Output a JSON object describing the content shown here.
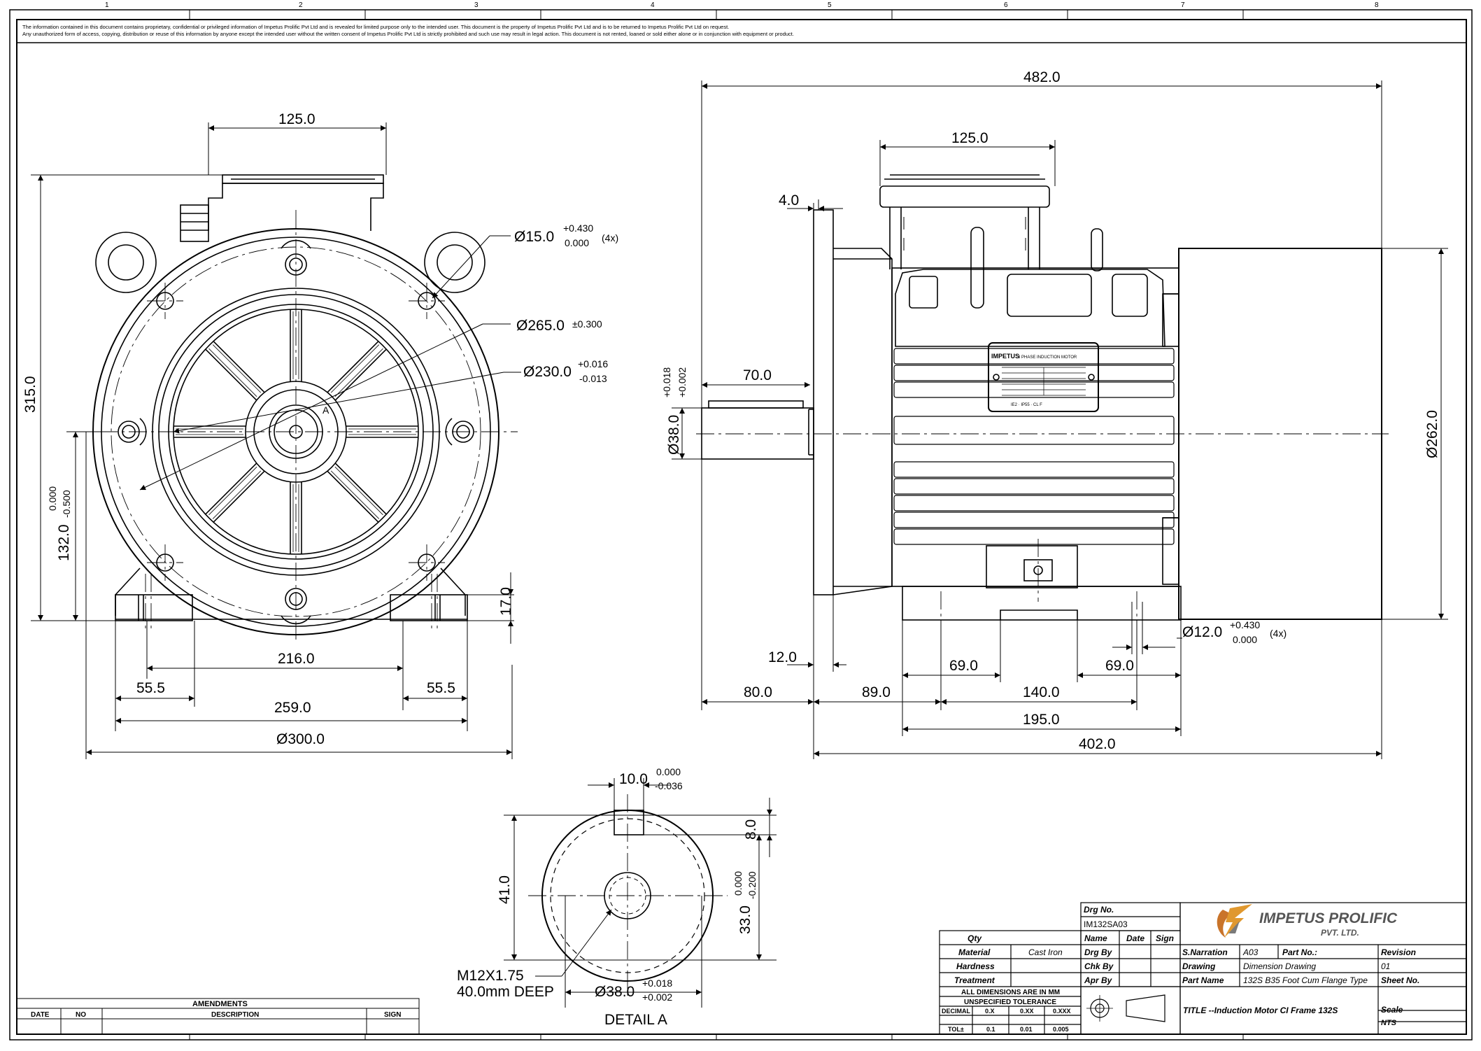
{
  "zones": [
    "1",
    "2",
    "3",
    "4",
    "5",
    "6",
    "7",
    "8"
  ],
  "disclaimer": [
    "The information contained in this document contains proprietary, confidential or privileged information of Impetus Prolific Pvt Ltd and is revealed for limited purpose only to the intended user.  This document is the property of Impetus Prolific Pvt Ltd and is to be returned to Impetus Prolific Pvt Ltd on request.",
    "Any unauthorized form of access, copying, distribution or reuse of this information by anyone except the intended user without the written consent of Impetus Prolific Pvt Ltd  is strictly prohibited and such use may result in legal action. This document is not rented, loaned or sold either alone or in conjunction with equipment or product."
  ],
  "front_view": {
    "top_width": "125.0",
    "height_overall": "315.0",
    "hole_dia": "Ø15.0",
    "hole_tol_upper": "+0.430",
    "hole_tol_lower": "0.000",
    "hole_count": "(4x)",
    "pcd": "Ø265.0",
    "pcd_tol": "±0.300",
    "spigot": "Ø230.0",
    "spigot_tol_upper": "+0.016",
    "spigot_tol_lower": "-0.013",
    "section_label": "A",
    "shaft_height": "132.0",
    "shaft_height_tol_upper": "0.000",
    "shaft_height_tol_lower": "-0.500",
    "foot_height": "17.0",
    "foot_centres": "216.0",
    "foot_offset_left": "55.5",
    "foot_offset_right": "55.5",
    "foot_width": "259.0",
    "flange_dia": "Ø300.0"
  },
  "side_view": {
    "overall_length": "482.0",
    "top_width": "125.0",
    "flange_thickness": "4.0",
    "shaft_length": "70.0",
    "shaft_dia": "Ø38.0",
    "shaft_tol_upper": "+0.018",
    "shaft_tol_lower": "+0.002",
    "body_dia": "Ø262.0",
    "foot_hole_dia": "Ø12.0",
    "foot_hole_tol_upper": "+0.430",
    "foot_hole_tol_lower": "0.000",
    "foot_hole_count": "(4x)",
    "spigot_depth": "12.0",
    "foot_left_offset": "69.0",
    "foot_right_offset": "69.0",
    "shaft_ext": "80.0",
    "flange_to_foot": "89.0",
    "foot_centres": "140.0",
    "foot_span": "195.0",
    "body_length": "402.0"
  },
  "detail_a": {
    "key_width": "10.0",
    "key_width_tol_upper": "0.000",
    "key_width_tol_lower": "-0.036",
    "key_depth": "8.0",
    "shaft_height": "41.0",
    "key_bottom": "33.0",
    "key_bottom_tol_upper": "0.000",
    "key_bottom_tol_lower": "-0.200",
    "thread": "M12X1.75",
    "thread_depth": "40.0mm DEEP",
    "shaft_dia": "Ø38.0",
    "shaft_tol_upper": "+0.018",
    "shaft_tol_lower": "+0.002",
    "caption": "DETAIL A"
  },
  "amendments": {
    "title": "AMENDMENTS",
    "columns": [
      "DATE",
      "NO",
      "DESCRIPTION",
      "SIGN"
    ]
  },
  "title_block": {
    "drg_no_label": "Drg No.",
    "drg_no": "IM132SA03",
    "qty_label": "Qty",
    "col_name": "Name",
    "col_date": "Date",
    "col_sign": "Sign",
    "material_label": "Material",
    "material": "Cast Iron",
    "hardness_label": "Hardness",
    "treatment_label": "Treatment",
    "drg_by": "Drg By",
    "chk_by": "Chk By",
    "apr_by": "Apr By",
    "dims_note": "ALL DIMENSIONS ARE IN MM",
    "tol_note": "UNSPECIFIED TOLERANCE",
    "decimal_label": "DECIMAL",
    "dec": [
      "0.X",
      "0.XX",
      "0.XXX"
    ],
    "tol_label": "TOL±",
    "tol": [
      "0.1",
      "0.01",
      "0.005"
    ],
    "logo_name": "IMPETUS PROLIFIC",
    "logo_sub": "PVT. LTD.",
    "s_narration_label": "S.Narration",
    "s_narration": "A03",
    "part_no_label": "Part No.:",
    "revision_label": "Revision",
    "revision": "01",
    "drawing_label": "Drawing",
    "drawing": "Dimension Drawing",
    "part_name_label": "Part Name",
    "part_name": "132S B35 Foot Cum Flange Type",
    "sheet_no_label": "Sheet No.",
    "title": "TITLE --Induction Motor CI Frame  132S",
    "scale_label": "Scale",
    "scale": "NTS"
  },
  "nameplate": {
    "brand": "IMPETUS",
    "lines": [
      "3 PHASE INDUCTION MOTOR",
      "IE2 · IP55 · CL F"
    ]
  }
}
